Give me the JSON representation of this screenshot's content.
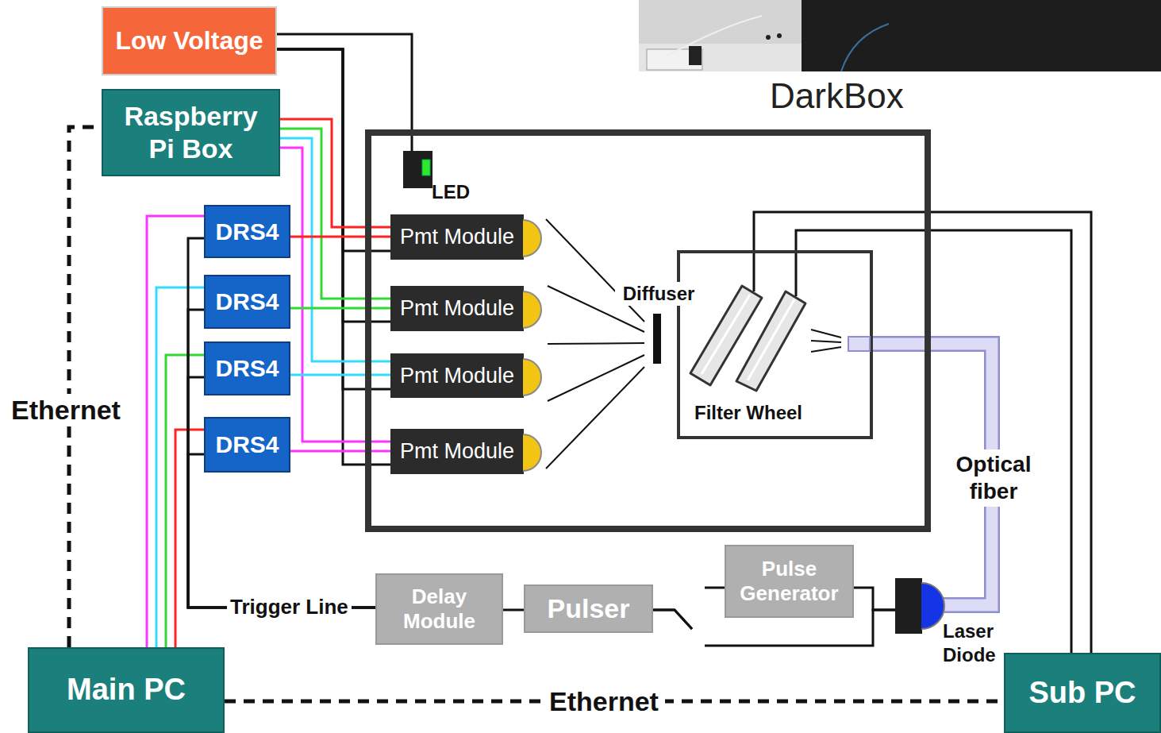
{
  "diagram": {
    "nodes": [
      {
        "text": [
          "Low Voltage"
        ]
      },
      {
        "text": [
          "Raspberry Pi Box"
        ]
      },
      {
        "text": [
          "DRS4"
        ]
      },
      {
        "text": [
          "DRS4"
        ]
      },
      {
        "text": [
          "DRS4"
        ]
      },
      {
        "text": [
          "DRS4"
        ]
      },
      {
        "text": [
          "DarkBox"
        ]
      },
      {
        "text": [
          "LED"
        ],
        "in": 6
      },
      {
        "text": [
          "Pmt Module"
        ],
        "in": 6
      },
      {
        "text": [
          "Pmt Module"
        ],
        "in": 6
      },
      {
        "text": [
          "Pmt Module"
        ],
        "in": 6
      },
      {
        "text": [
          "Pmt Module"
        ],
        "in": 6
      },
      {
        "text": [
          "Diffuser"
        ],
        "in": 6
      },
      {
        "text": [
          "Filter Wheel"
        ],
        "in": 6
      },
      {
        "text": [
          "Delay Module"
        ]
      },
      {
        "text": [
          "Pulser"
        ]
      },
      {
        "text": [
          "Pulse Generator"
        ]
      },
      {
        "text": [
          "Laser Diode"
        ]
      },
      {
        "text": [
          "Main PC"
        ]
      },
      {
        "text": [
          "Sub PC"
        ]
      }
    ],
    "edges": [
      {
        "from": 0,
        "to": 7,
        "arrow": "none"
      },
      {
        "from": 0,
        "to": 8,
        "arrow": "none"
      },
      {
        "from": 0,
        "to": 9,
        "arrow": "none"
      },
      {
        "from": 0,
        "to": 10,
        "arrow": "none"
      },
      {
        "from": 0,
        "to": 11,
        "arrow": "none"
      },
      {
        "from": 1,
        "to": 8,
        "arrow": "none"
      },
      {
        "from": 1,
        "to": 9,
        "arrow": "none"
      },
      {
        "from": 1,
        "to": 10,
        "arrow": "none"
      },
      {
        "from": 1,
        "to": 11,
        "arrow": "none"
      },
      {
        "from": 2,
        "to": 8,
        "arrow": "none"
      },
      {
        "from": 3,
        "to": 9,
        "arrow": "none"
      },
      {
        "from": 4,
        "to": 10,
        "arrow": "none"
      },
      {
        "from": 5,
        "to": 11,
        "arrow": "none"
      },
      {
        "from": 18,
        "to": 2,
        "arrow": "none"
      },
      {
        "from": 18,
        "to": 3,
        "arrow": "none"
      },
      {
        "from": 18,
        "to": 4,
        "arrow": "none"
      },
      {
        "from": 18,
        "to": 5,
        "arrow": "none"
      },
      {
        "from": 14,
        "to": 2,
        "label": "Trigger Line",
        "arrow": "none"
      },
      {
        "from": 14,
        "to": 3,
        "arrow": "none"
      },
      {
        "from": 14,
        "to": 4,
        "arrow": "none"
      },
      {
        "from": 14,
        "to": 5,
        "arrow": "none"
      },
      {
        "from": 15,
        "to": 14,
        "arrow": "none"
      },
      {
        "from": 15,
        "to": 16,
        "arrow": "none"
      },
      {
        "from": 15,
        "to": 17,
        "arrow": "none"
      },
      {
        "from": 16,
        "to": 17,
        "arrow": "none"
      },
      {
        "from": 17,
        "to": 13,
        "label": "Optical fiber",
        "arrow": "none"
      },
      {
        "from": 19,
        "to": 13,
        "arrow": "none"
      },
      {
        "from": 19,
        "to": 13,
        "arrow": "none"
      },
      {
        "from": 18,
        "to": 1,
        "label": "Ethernet",
        "arrow": "none"
      },
      {
        "from": 18,
        "to": 19,
        "label": "Ethernet",
        "arrow": "none"
      }
    ]
  }
}
